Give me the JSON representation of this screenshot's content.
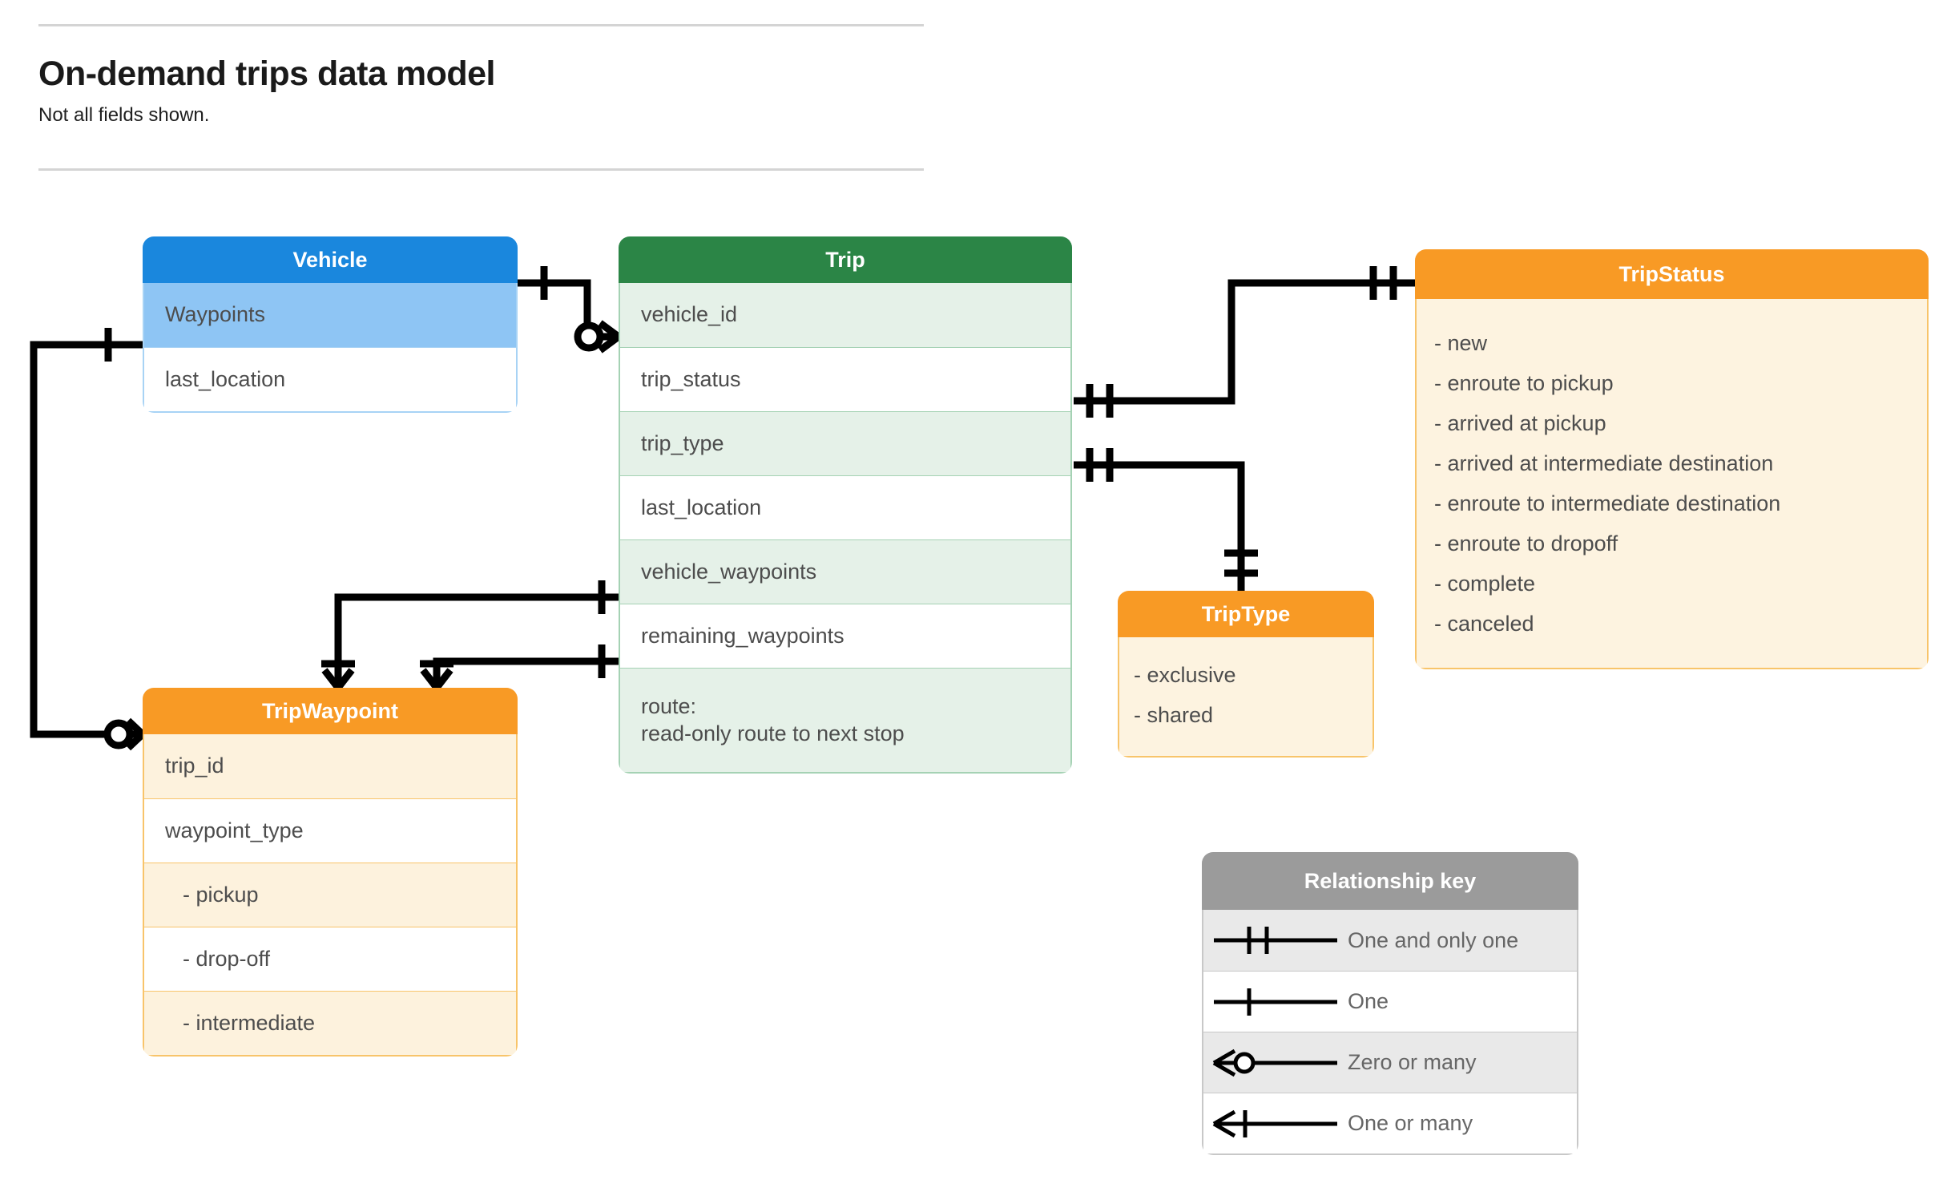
{
  "header": {
    "title": "On-demand trips data model",
    "subtitle": "Not all fields shown."
  },
  "entities": {
    "vehicle": {
      "name": "Vehicle",
      "color": "#1a87dd",
      "fields": [
        "Waypoints",
        "last_location"
      ]
    },
    "trip": {
      "name": "Trip",
      "color": "#2b8546",
      "fields": [
        "vehicle_id",
        "trip_status",
        "trip_type",
        "last_location",
        "vehicle_waypoints",
        "remaining_waypoints"
      ],
      "route_label": "route:",
      "route_desc": "read-only route to next stop"
    },
    "tripwaypoint": {
      "name": "TripWaypoint",
      "color": "#f89a25",
      "fields": [
        "trip_id",
        "waypoint_type"
      ],
      "waypoint_types": [
        "-  pickup",
        "-  drop-off",
        "-  intermediate"
      ]
    },
    "tripstatus": {
      "name": "TripStatus",
      "color": "#f89a25",
      "values": [
        "- new",
        "- enroute to pickup",
        "- arrived at pickup",
        "- arrived at intermediate destination",
        "- enroute to intermediate destination",
        "- enroute to dropoff",
        "- complete",
        "- canceled"
      ]
    },
    "triptype": {
      "name": "TripType",
      "color": "#f89a25",
      "values": [
        "- exclusive",
        "- shared"
      ]
    }
  },
  "legend": {
    "title": "Relationship key",
    "rows": [
      {
        "symbol": "one-and-only-one",
        "label": "One and only one"
      },
      {
        "symbol": "one",
        "label": "One"
      },
      {
        "symbol": "zero-or-many",
        "label": "Zero or many"
      },
      {
        "symbol": "one-or-many",
        "label": "One or many"
      }
    ]
  },
  "relationships": [
    {
      "from": "Vehicle",
      "from_card": "one",
      "to": "Trip.vehicle_id",
      "to_card": "zero-or-many"
    },
    {
      "from": "Trip.trip_status",
      "from_card": "one-and-only-one",
      "to": "TripStatus",
      "to_card": "one-and-only-one"
    },
    {
      "from": "Trip.trip_type",
      "from_card": "one-and-only-one",
      "to": "TripType",
      "to_card": "one-and-only-one"
    },
    {
      "from": "Vehicle.Waypoints",
      "from_card": "one",
      "to": "TripWaypoint",
      "to_card": "zero-or-many"
    },
    {
      "from": "Trip.vehicle_waypoints",
      "from_card": "one",
      "to": "TripWaypoint",
      "to_card": "one-or-many"
    },
    {
      "from": "Trip.remaining_waypoints",
      "from_card": "one",
      "to": "TripWaypoint",
      "to_card": "one-or-many"
    }
  ]
}
